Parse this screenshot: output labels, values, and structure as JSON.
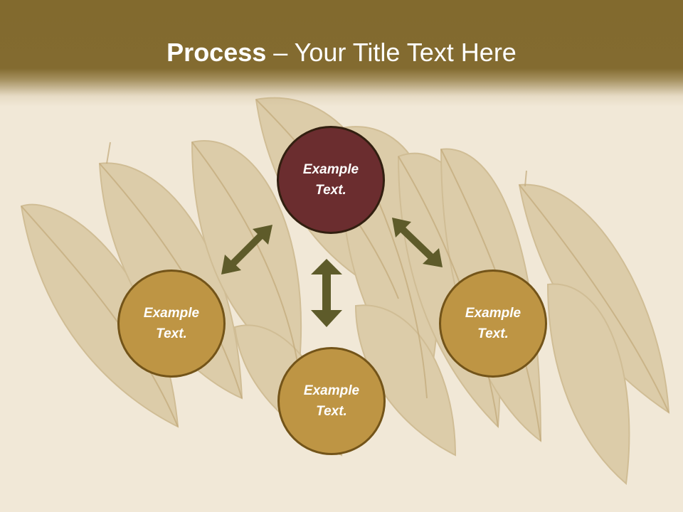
{
  "slide": {
    "title_bold": "Process",
    "title_rest": " – Your Title Text Here",
    "background_image": "dried-bay-leaves-on-wood"
  },
  "colors": {
    "header": "#836b30",
    "center_node": "#6b2d2f",
    "outer_node": "#be9544",
    "arrow": "#5e5b2a",
    "background": "#f1e8d7"
  },
  "nodes": [
    {
      "id": "top",
      "label": "Example\nText."
    },
    {
      "id": "left",
      "label": "Example\nText."
    },
    {
      "id": "bottom",
      "label": "Example\nText."
    },
    {
      "id": "right",
      "label": "Example\nText."
    }
  ],
  "connectors": [
    {
      "from": "top",
      "to": "left",
      "type": "double-arrow"
    },
    {
      "from": "top",
      "to": "bottom",
      "type": "double-arrow"
    },
    {
      "from": "top",
      "to": "right",
      "type": "double-arrow"
    }
  ]
}
